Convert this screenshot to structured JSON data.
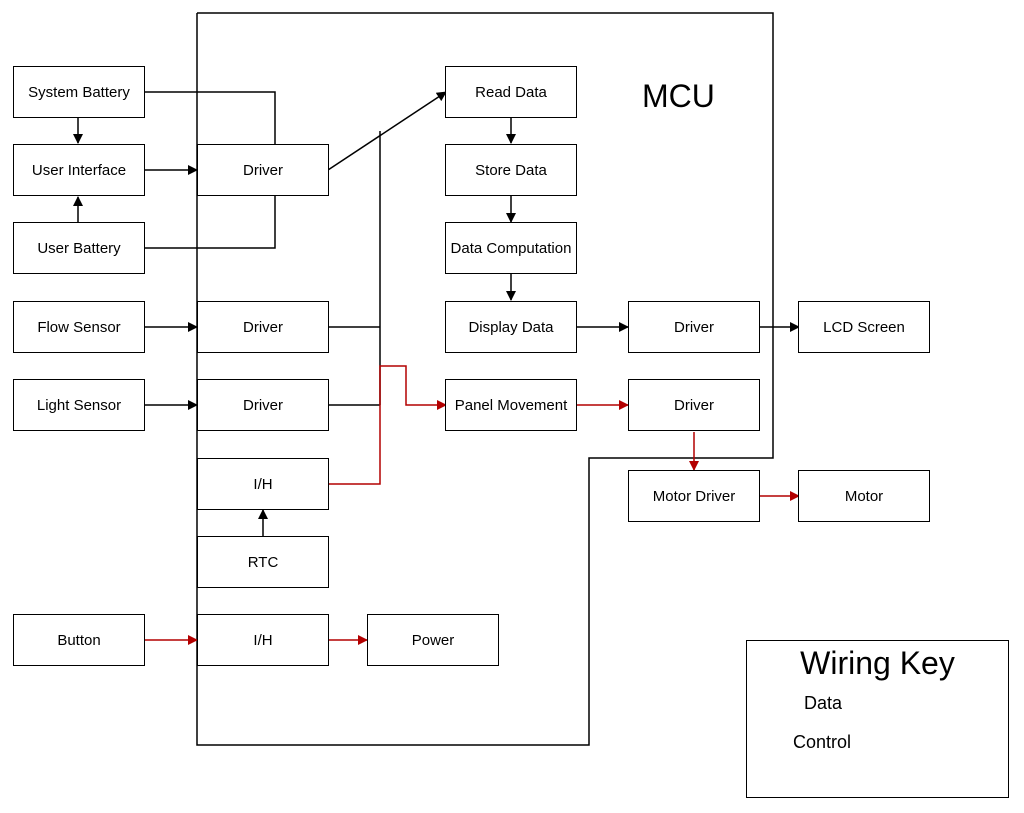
{
  "mcu": {
    "label": "MCU"
  },
  "blocks": {
    "system_battery": "System Battery",
    "user_interface": "User Interface",
    "user_battery": "User Battery",
    "flow_sensor": "Flow Sensor",
    "light_sensor": "Light Sensor",
    "button": "Button",
    "driver_ui": "Driver",
    "driver_flow": "Driver",
    "driver_light": "Driver",
    "ih_timer": "I/H",
    "rtc": "RTC",
    "ih_button": "I/H",
    "power": "Power",
    "read_data": "Read Data",
    "store_data": "Store Data",
    "data_computation": "Data Computation",
    "display_data": "Display Data",
    "panel_movement": "Panel Movement",
    "driver_display": "Driver",
    "driver_panel": "Driver",
    "lcd_screen": "LCD Screen",
    "motor_driver": "Motor Driver",
    "motor": "Motor"
  },
  "wiring_key": {
    "title": "Wiring Key",
    "data_label": "Data",
    "control_label": "Control",
    "data_color": "#000000",
    "control_color": "#b30000"
  }
}
